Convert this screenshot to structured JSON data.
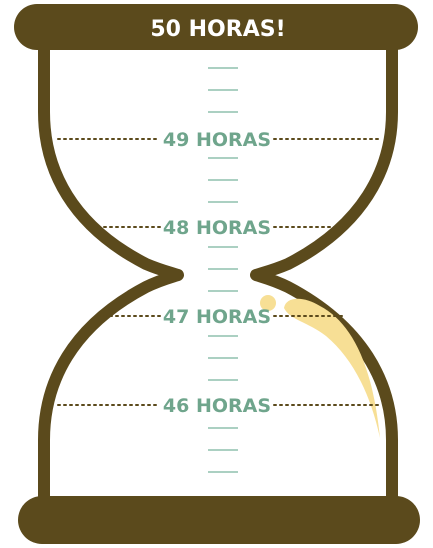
{
  "title": "50 HORAS!",
  "levels": [
    {
      "label": "49 HORAS"
    },
    {
      "label": "48 HORAS"
    },
    {
      "label": "47 HORAS"
    },
    {
      "label": "46 HORAS"
    }
  ],
  "colors": {
    "frame": "#5b4a1c",
    "label": "#6fa58c",
    "tick": "#8fc0ad",
    "sand": "#f7df95",
    "dots": "#5b4a1c",
    "background": "#ffffff",
    "title_text": "#ffffff"
  }
}
